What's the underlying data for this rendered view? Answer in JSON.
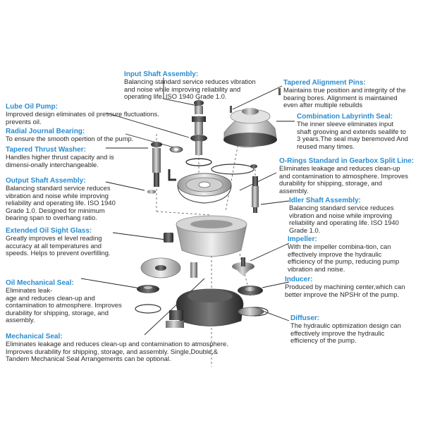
{
  "labels": {
    "input_shaft": {
      "title": "Input Shaft Assembly:",
      "desc": "Balancing standard service reduces vibration\nand noise while improving reliability and\noperating life. ISO 1940 Grade 1.0."
    },
    "tapered_pins": {
      "title": "Tapered Alignment Pins:",
      "desc": "Maintains true position and integrity of the\nbearing bores. Alignment is maintained\neven after multiple rebuilds"
    },
    "lube_pump": {
      "title": "Lube Oil Pump:",
      "desc": "Improved design eliminates oil pressure fluctuations.\nprevents oil."
    },
    "labyrinth_seal": {
      "title": "Combination Labyrinth Seal:",
      "desc": "The inner sleeve eliminates input\nshaft grooving and extends seallife to\n3 years.The seal may beremoved  And\nreused many times."
    },
    "radial_bearing": {
      "title": "Radial Journal Bearing:",
      "desc": "To ensure the smooth opertion of the pump."
    },
    "thrust_washer": {
      "title": "Tapered Thrust Washer:",
      "desc": "Handles higher thrust capacity and is\ndimensi-onally interchangeable."
    },
    "o_rings": {
      "title": "O-Rings Standard in Gearbox Split Line:",
      "desc": "Eliminates leakage and reduces clean-up\nand contamination to atmosphere. Improves\ndurability for shipping, storage, and\nassembly."
    },
    "output_shaft": {
      "title": "Output Shaft Assembly:",
      "desc": "Balancing standard service reduces\nvibration and noise while improving\nreliability and operating life. ISO 1940\nGrade 1.0. Designed for minimum\nbearing span to overhang ratio."
    },
    "idler_shaft": {
      "title": "Idler Shaft Assembly:",
      "desc": "Balancing standard service reduces\nvibration and noise while improving\nreliability and operating life. ISO 1940\nGrade 1.0."
    },
    "sight_glass": {
      "title": "Extended Oil Sight Glass:",
      "desc": "Greatly improves el level reading\naccuracy at all temperatures and\nspeeds. Helps to prevent overfilling."
    },
    "impeller": {
      "title": "Impeller:",
      "desc": "With the impeller combina-tion, can\neffectively improve the hydraulic\nefficiency of the pump, reducing pump\nvibration and noise."
    },
    "oil_mech_seal": {
      "title": "Oil Mechanical Seal:",
      "desc": "Eliminates leak-\nage and reduces clean-up and\ncontamination to atmosphere. Improves\ndurability for shipping, storage, and\nassembly."
    },
    "inducer": {
      "title": "Inducer:",
      "desc": "Produced by machining center,which can\nbetter improve the NPSHr of the pump."
    },
    "diffuser": {
      "title": "Diffuser:",
      "desc": "The hydraulic optimization design can\neffectively improve the hydraulic\nefficiency of the pump."
    },
    "mech_seal": {
      "title": "Mechanical Seal:",
      "desc": "Eliminates leakage and reduces clean-up and contamination to atmosphere.\nImproves durability for shipping, storage, and assembly. Single,Double,&\nTandem Mechanical Seal  Arrangements  can be optional."
    }
  }
}
